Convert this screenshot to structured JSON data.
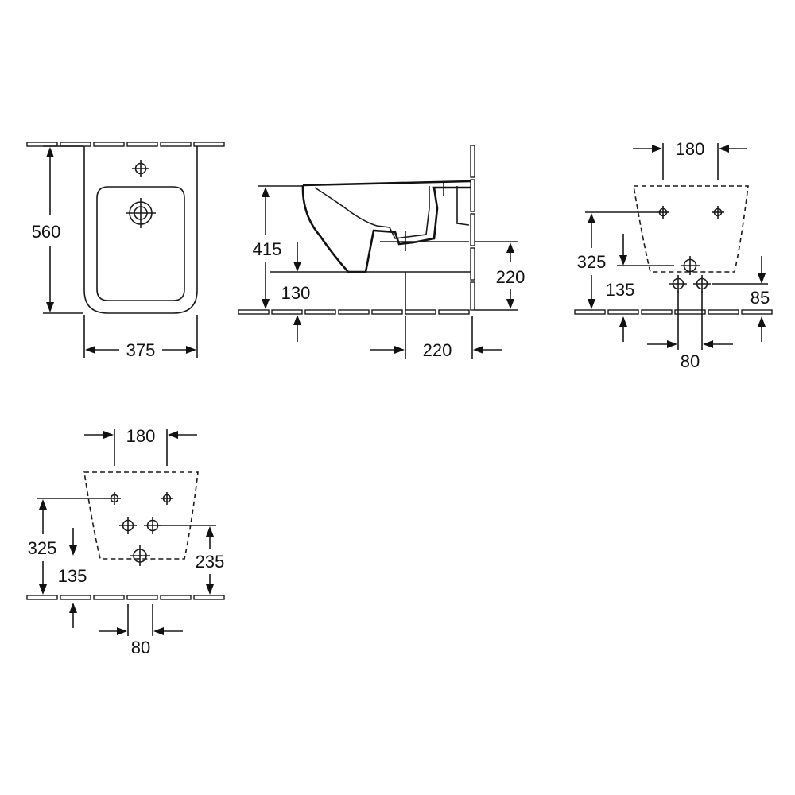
{
  "front_view": {
    "height_label": "560",
    "width_label": "375"
  },
  "side_view": {
    "height_label": "415",
    "outlet_height_label": "130",
    "wall_height_label": "220",
    "projection_label": "220"
  },
  "rear_view_a": {
    "top_spacing_label": "180",
    "fixing_height_label": "325",
    "inlet_height_label": "135",
    "bottom_height_label": "85",
    "bottom_spacing_label": "80"
  },
  "rear_view_b": {
    "top_spacing_label": "180",
    "fixing_height_label": "325",
    "inlet_height_label": "135",
    "right_height_label": "235",
    "bottom_spacing_label": "80"
  }
}
